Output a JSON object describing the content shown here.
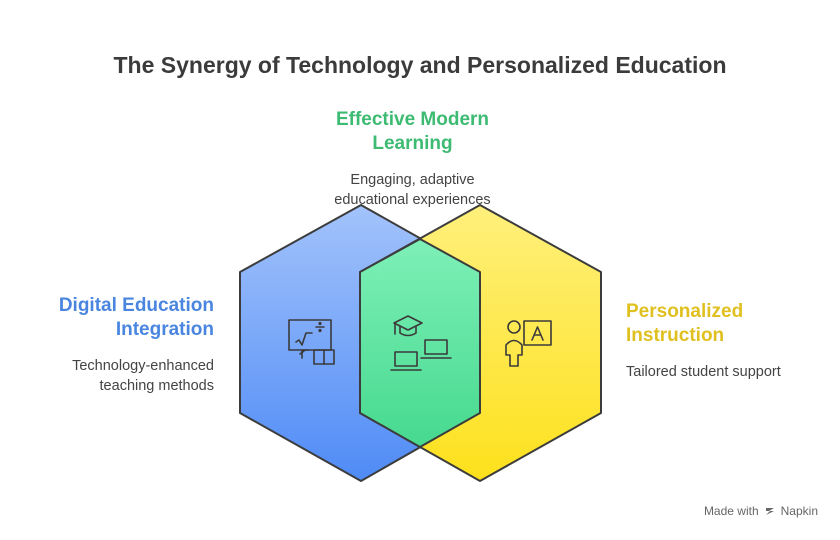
{
  "title": "The Synergy of Technology and Personalized Education",
  "top": {
    "heading_line1": "Effective Modern",
    "heading_line2": "Learning",
    "desc_line1": "Engaging, adaptive",
    "desc_line2": "educational experiences",
    "color": "#3dbb73"
  },
  "left": {
    "heading_line1": "Digital Education",
    "heading_line2": "Integration",
    "desc_line1": "Technology-enhanced",
    "desc_line2": "teaching methods",
    "color": "#4a86e0"
  },
  "right": {
    "heading_line1": "Personalized",
    "heading_line2": "Instruction",
    "desc_line1": "Tailored student support",
    "color": "#e0c020"
  },
  "footer": {
    "made_with": "Made with",
    "brand": "Napkin"
  },
  "icons": {
    "left": "math-book-icon",
    "center": "graduation-laptops-icon",
    "right": "student-letter-a-icon"
  }
}
